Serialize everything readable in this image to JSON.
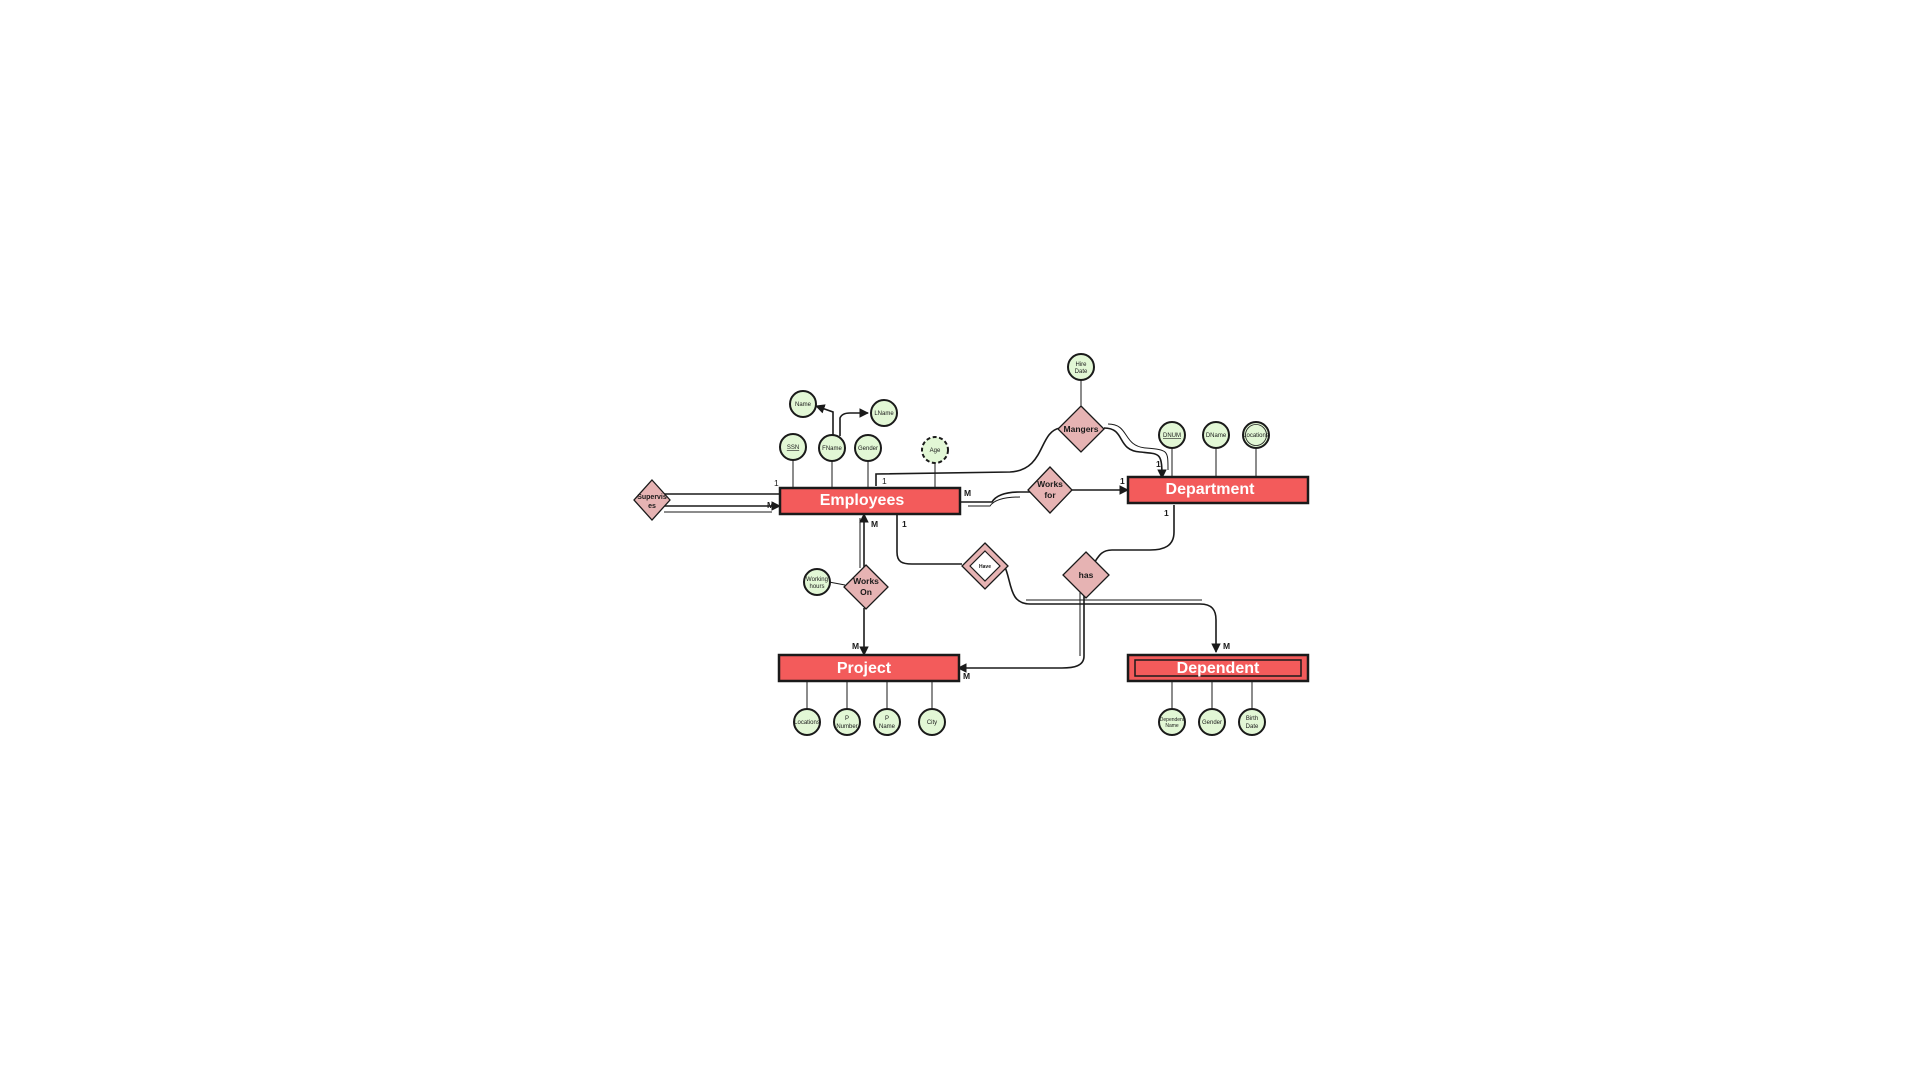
{
  "entities": {
    "employees": "Employees",
    "department": "Department",
    "project": "Project",
    "dependent": "Dependent"
  },
  "relationships": {
    "supervises": [
      "Supervis",
      "es"
    ],
    "works_for": [
      "Works",
      "for"
    ],
    "mangers": "Mangers",
    "works_on": [
      "Works",
      "On"
    ],
    "have": "Have",
    "has": "has"
  },
  "attributes": {
    "employees": {
      "ssn": "SSN",
      "name": "Name",
      "fname": "FName",
      "lname": "LName",
      "gender": "Gender",
      "age": "Age"
    },
    "department": {
      "dnum": "DNUM",
      "dname": "DName",
      "locations": "Locations"
    },
    "mangers": {
      "hire_date": [
        "Hire",
        "Date"
      ]
    },
    "works_on": {
      "working_hours": [
        "Working",
        "hours"
      ]
    },
    "project": {
      "locations": "Locations",
      "p_number": [
        "P",
        "Number"
      ],
      "p_name": [
        "P",
        "Name"
      ],
      "city": "City"
    },
    "dependent": {
      "dependent_name": [
        "Dependent",
        "Name"
      ],
      "gender": "Gender",
      "birth_date": [
        "Birth",
        "Date"
      ]
    }
  },
  "cardinalities": {
    "supervises_one": "1",
    "supervises_many": "M",
    "mangers_emp": "1",
    "mangers_dept": "1",
    "works_for_emp": "M",
    "works_for_dept": "1",
    "works_on_emp": "M",
    "works_on_proj": "M",
    "have_emp": "1",
    "dependent_many": "M",
    "has_dept": "1",
    "has_proj": "M"
  },
  "colors": {
    "entity_fill": "#f35b5b",
    "attribute_fill": "#e2f7d5",
    "relationship_fill": "#e6b3b3",
    "line": "#1a1a1a"
  }
}
